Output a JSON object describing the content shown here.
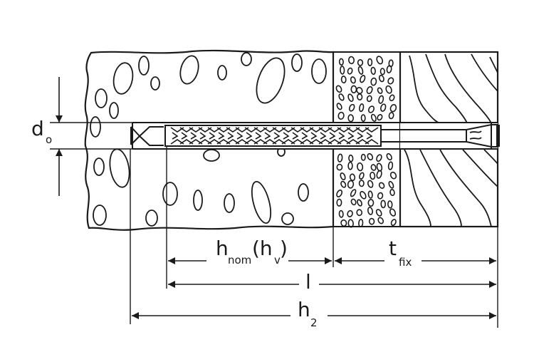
{
  "labels": {
    "d": {
      "main": "d",
      "sub": "o"
    },
    "h_nom": {
      "main": "h",
      "sub": "nom",
      "mid": "(h",
      "sub2": "v",
      "close": ")"
    },
    "t_fix": {
      "main": "t",
      "sub": "fix"
    },
    "l": {
      "main": "l"
    },
    "h2": {
      "main": "h",
      "sub": "2"
    }
  },
  "colors": {
    "ink": "#1a1a1a",
    "background": "#ffffff"
  }
}
